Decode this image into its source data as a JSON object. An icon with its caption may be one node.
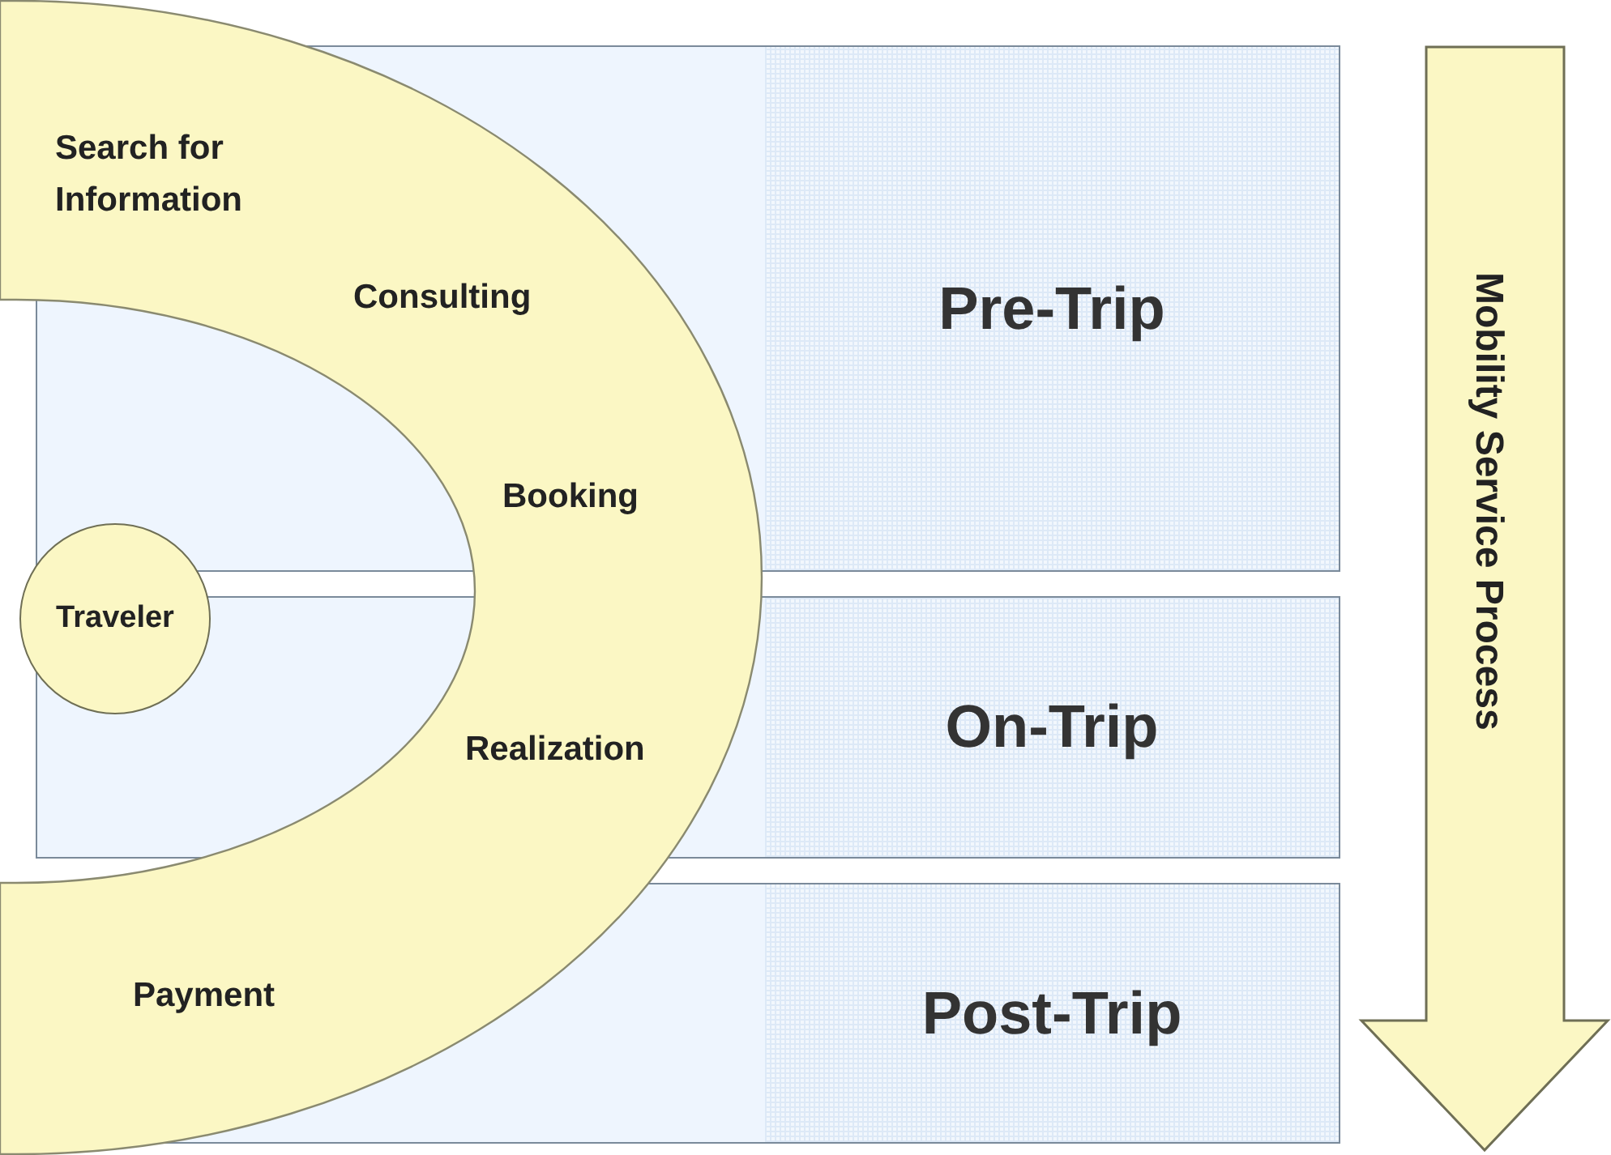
{
  "diagram": {
    "nodes": [
      {
        "text": [
          "Search for Information",
          "Consulting",
          "Booking",
          "Realization",
          "Payment"
        ]
      },
      {
        "text": [
          "Pre-Trip"
        ]
      },
      {
        "text": [
          "Traveler"
        ]
      },
      {
        "text": [
          "On-Trip"
        ]
      },
      {
        "text": [
          "Post-Trip"
        ]
      },
      {
        "text": [
          "Mobility Service Process"
        ]
      }
    ],
    "edges": []
  }
}
